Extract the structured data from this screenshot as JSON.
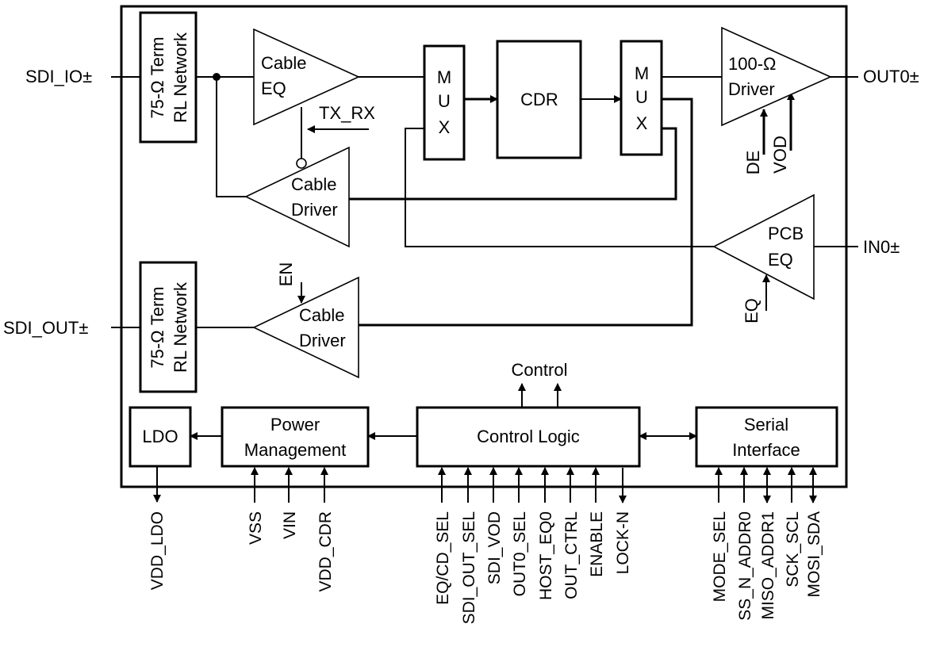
{
  "ports": {
    "sdi_io": "SDI_IO±",
    "sdi_out": "SDI_OUT±",
    "out0": "OUT0±",
    "in0": "IN0±"
  },
  "blocks": {
    "term_network_top": [
      "75-Ω Term",
      "RL Network"
    ],
    "term_network_bottom": [
      "75-Ω Term",
      "RL Network"
    ],
    "cable_eq": [
      "Cable",
      "EQ"
    ],
    "cable_driver_top": [
      "Cable",
      "Driver"
    ],
    "cable_driver_bottom": [
      "Cable",
      "Driver"
    ],
    "mux_left": [
      "M",
      "U",
      "X"
    ],
    "mux_right": [
      "M",
      "U",
      "X"
    ],
    "cdr": "CDR",
    "out_driver": [
      "100-Ω",
      "Driver"
    ],
    "pcb_eq": [
      "PCB",
      "EQ"
    ],
    "ldo": "LDO",
    "power_management": [
      "Power",
      "Management"
    ],
    "control_logic": "Control Logic",
    "serial_interface": [
      "Serial",
      "Interface"
    ]
  },
  "signals": {
    "tx_rx": "TX_RX",
    "en": "EN",
    "de": "DE",
    "vod": "VOD",
    "eq": "EQ",
    "control": "Control"
  },
  "bottom_pins": {
    "vdd_ldo": "VDD_LDO",
    "vss": "VSS",
    "vin": "VIN",
    "vdd_cdr": "VDD_CDR",
    "eq_cd_sel": "EQ/CD_SEL",
    "sdi_out_sel": "SDI_OUT_SEL",
    "sdi_vod": "SDI_VOD",
    "out0_sel": "OUT0_SEL",
    "host_eq0": "HOST_EQ0",
    "out_ctrl": "OUT_CTRL",
    "enable": "ENABLE",
    "lock_n": "LOCK-N",
    "mode_sel": "MODE_SEL",
    "ss_n_addr0": "SS_N_ADDR0",
    "miso_addr1": "MISO_ADDR1",
    "sck_scl": "SCK_SCL",
    "mosi_sda": "MOSI_SDA"
  }
}
